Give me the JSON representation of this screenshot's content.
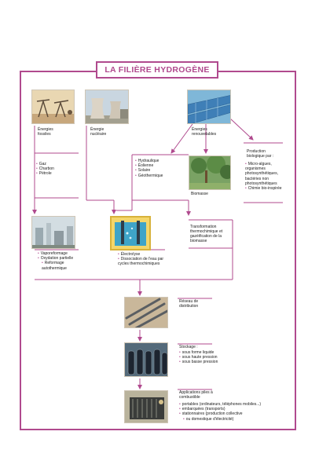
{
  "title": "LA FILIÈRE HYDROGÈNE",
  "colors": {
    "accent": "#b04a8e"
  },
  "sources": {
    "fossil": {
      "label": "Énergies fossiles",
      "items": [
        "Gaz",
        "Charbon",
        "Pétrole"
      ]
    },
    "nuclear": {
      "label": "Énergie nucléaire"
    },
    "renewable": {
      "label": "Énergies renouvelables",
      "items": [
        "Hydraulique",
        "Éolienne",
        "Solaire",
        "Géothermique"
      ]
    },
    "biomass": {
      "label": "Biomasse"
    },
    "bio_production": {
      "label": "Production biologique par :",
      "items": [
        "Micro-algues, organismes photosynthétiques, bactéries non photosynthétiques",
        "Chimie bio-inspirée"
      ]
    }
  },
  "processes": {
    "reforming": {
      "items": [
        "Vaporeformage",
        "Oxydation partielle",
        "Reformage autothermique"
      ]
    },
    "electrolysis": {
      "items": [
        "Électrolyse",
        "Dissociation de l'eau par cycles thermochimiques"
      ]
    },
    "thermochemical": {
      "label": "Transformation thermochimique et gazéification de la biomasse"
    }
  },
  "distribution": {
    "label": "Réseau de distribution"
  },
  "storage": {
    "label": "Stockage :",
    "items": [
      "sous forme liquide",
      "sous haute pression",
      "sous basse pression"
    ]
  },
  "applications": {
    "label": "Applications piles à combustible",
    "items": [
      "portables (ordinateurs, téléphones mobiles...)",
      "embarquées (transports)",
      "stationnaires (production collective",
      "ou domestique d'électricité)"
    ]
  }
}
